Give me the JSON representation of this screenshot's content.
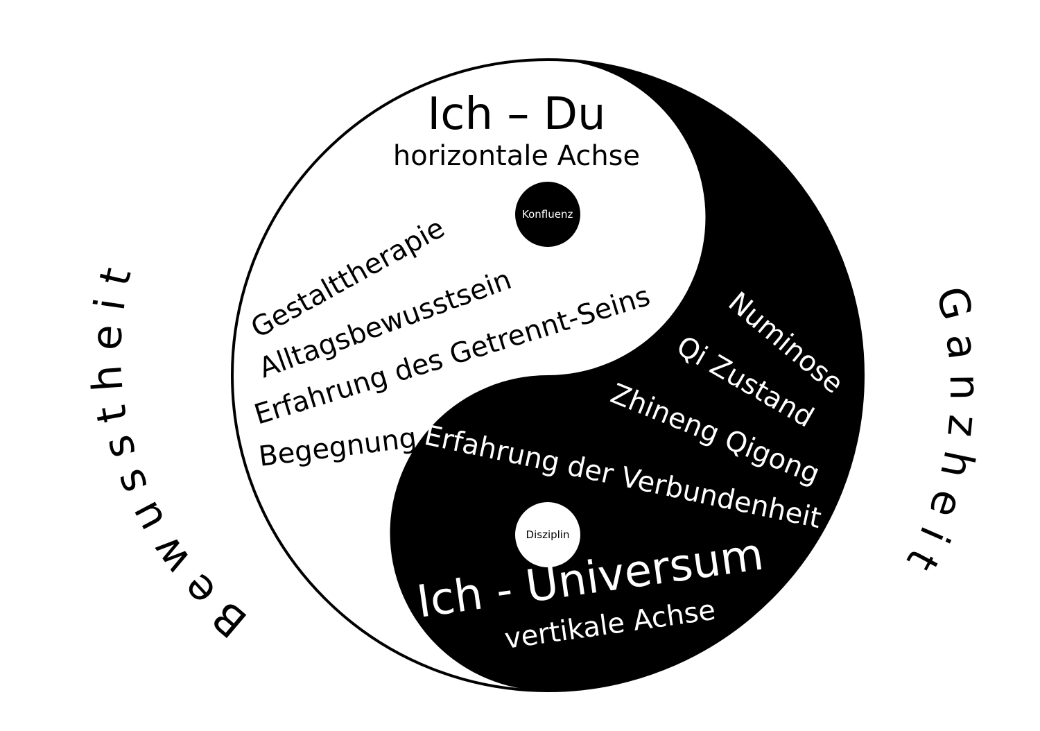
{
  "top_title": "Ich – Du",
  "top_subtitle": "horizontale Achse",
  "bottom_title": "Ich - Universum",
  "bottom_subtitle": "vertikale Achse",
  "light_dot_label": "Konfluenz",
  "dark_dot_label": "Disziplin",
  "white_side_items": [
    "Gestalttherapie",
    "Alltagsbewusstsein",
    "Erfahrung des Getrennt-Seins",
    "Begegnung"
  ],
  "black_side_items": [
    "Numinose",
    "Qi Zustand",
    "Zhineng Qigong",
    "Erfahrung der Verbundenheit"
  ],
  "outer_left_word": "B e w u s s t h e i t",
  "outer_right_word": "G a n z h e i t",
  "colors": {
    "black": "#000000",
    "white": "#ffffff"
  }
}
